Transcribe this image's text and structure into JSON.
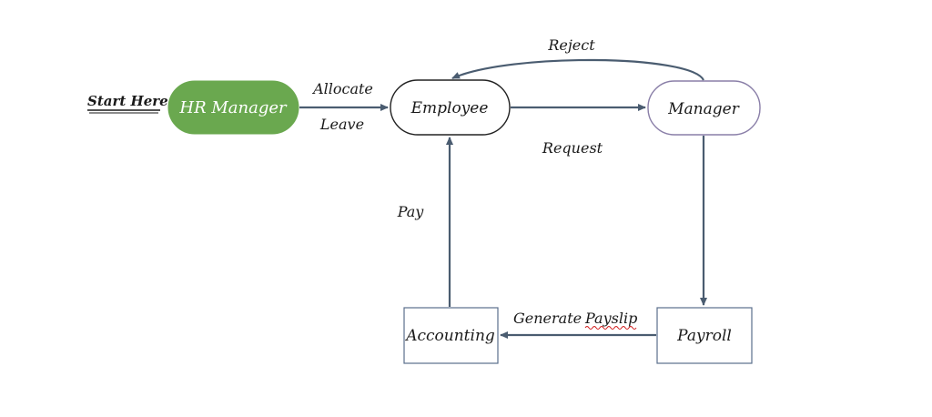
{
  "colors": {
    "start_node_fill": "#6aa84f",
    "edge": "#4a5c70",
    "node_border": "#222222",
    "manager_border": "#8a7fa8",
    "box_border": "#5a6f8c",
    "spellcheck_underline": "#d11a1a"
  },
  "start_label": "Start Here",
  "nodes": {
    "hr_manager": "HR Manager",
    "employee": "Employee",
    "manager": "Manager",
    "payroll": "Payroll",
    "accounting": "Accounting"
  },
  "edges": {
    "allocate_line1": "Allocate",
    "allocate_line2": "Leave",
    "request": "Request",
    "reject": "Reject",
    "generate_word": "Generate",
    "payslip_word": "Payslip",
    "pay": "Pay"
  }
}
